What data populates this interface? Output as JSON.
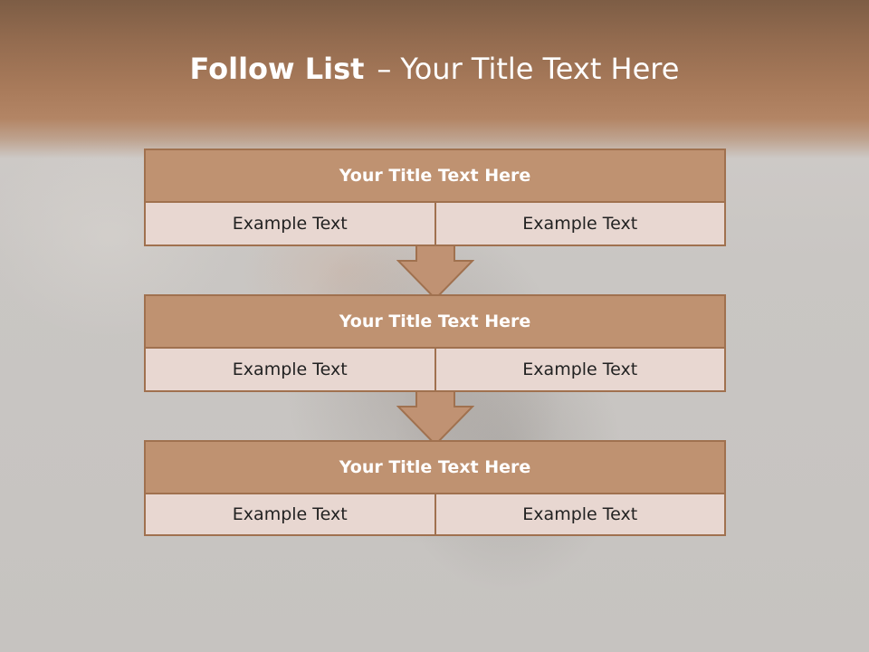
{
  "slide": {
    "title_bold": "Follow List",
    "title_separator": "–",
    "title_rest": "Your Title Text Here",
    "boxes": [
      {
        "title": "Your Title Text Here",
        "cells": [
          "Example Text",
          "Example Text"
        ]
      },
      {
        "title": "Your Title Text Here",
        "cells": [
          "Example Text",
          "Example Text"
        ]
      },
      {
        "title": "Your Title Text Here",
        "cells": [
          "Example Text",
          "Example Text"
        ]
      }
    ]
  },
  "colors": {
    "header_band": "#a87a5a",
    "box_header": "#bf9271",
    "box_border": "#a0714f",
    "cell_fill": "#e8d7d1",
    "arrow_fill": "#c09273"
  }
}
